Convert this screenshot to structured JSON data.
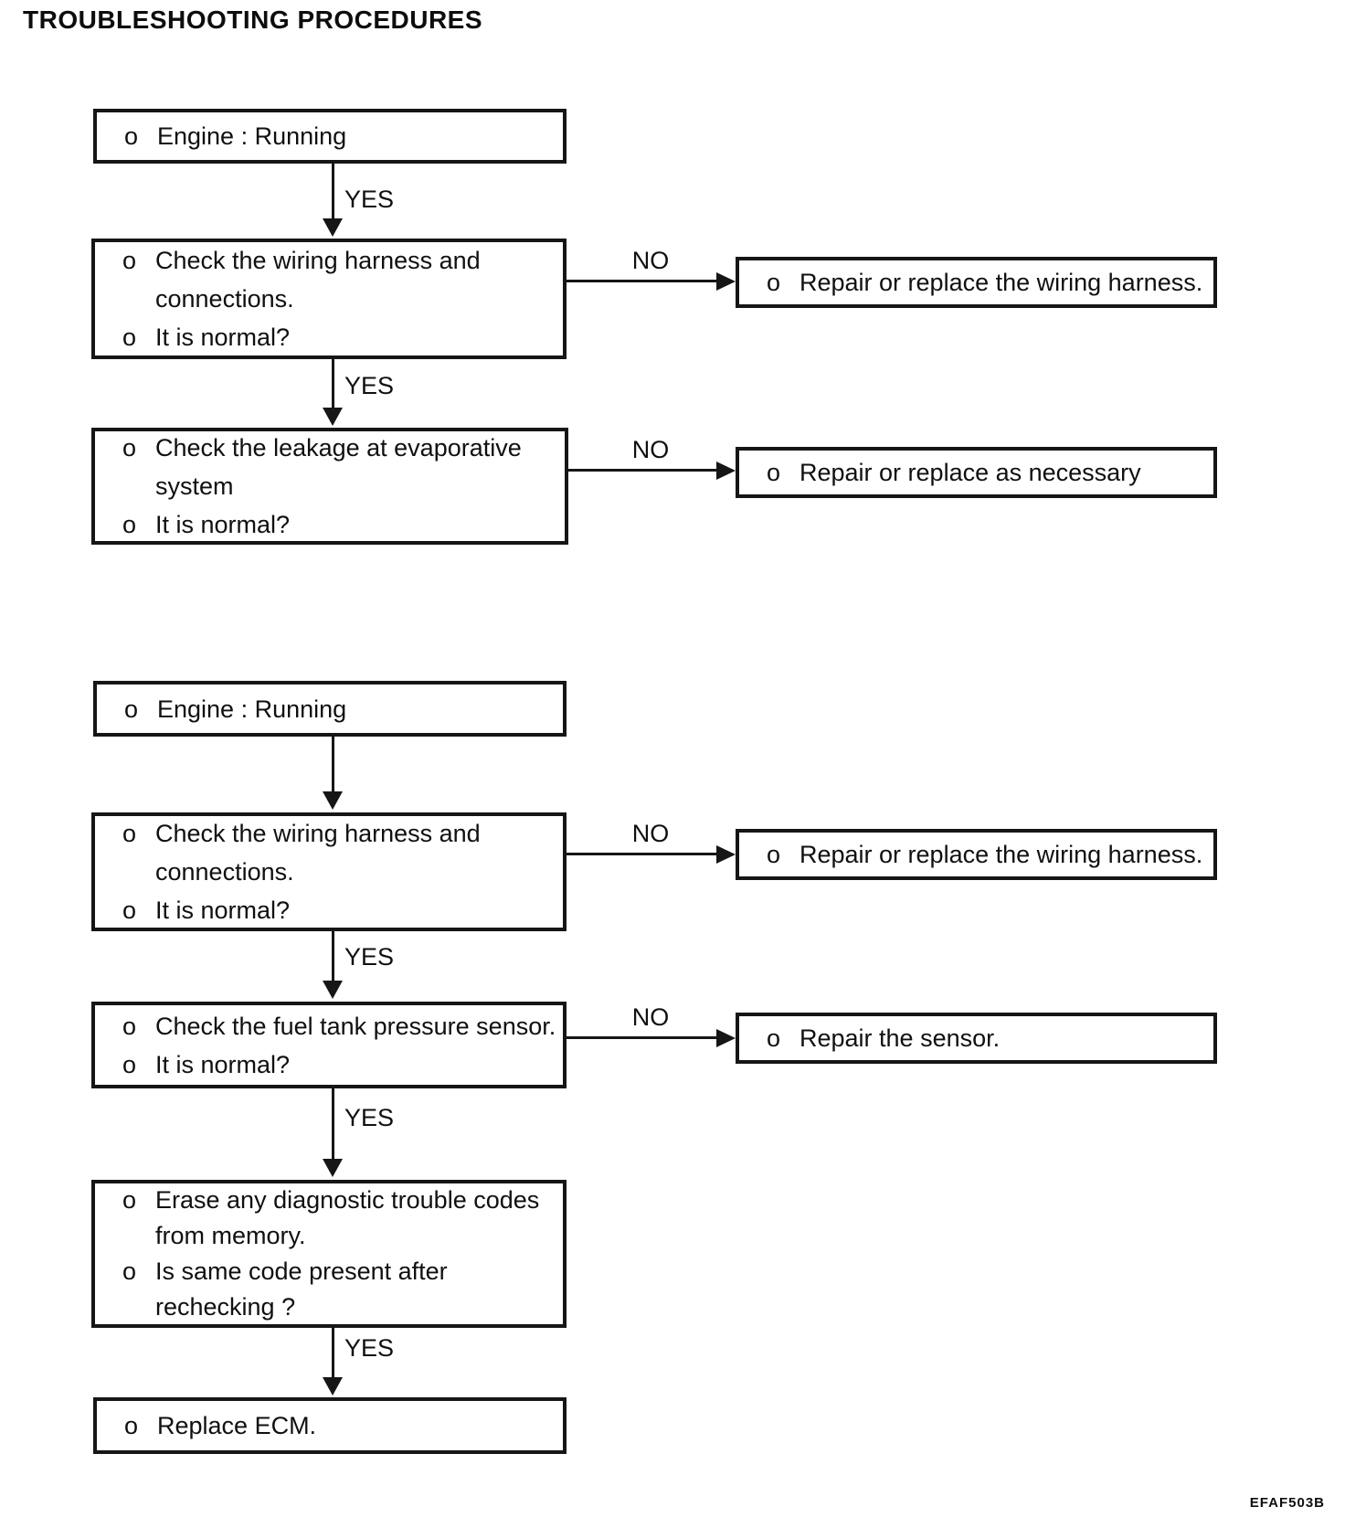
{
  "page": {
    "title": "TROUBLESHOOTING PROCEDURES",
    "figure_code": "EFAF503B"
  },
  "labels": {
    "yes": "YES",
    "no": "NO"
  },
  "flow1": {
    "step1": {
      "lines": [
        {
          "bullet": "o",
          "text": "Engine : Running"
        }
      ]
    },
    "step2": {
      "lines": [
        {
          "bullet": "o",
          "text": "Check the wiring harness and"
        },
        {
          "text": "connections."
        },
        {
          "bullet": "o",
          "text": "It is normal?"
        }
      ]
    },
    "action1": {
      "lines": [
        {
          "bullet": "o",
          "text": "Repair or replace the wiring harness."
        }
      ]
    },
    "step3": {
      "lines": [
        {
          "bullet": "o",
          "text": "Check the leakage at evaporative"
        },
        {
          "text": "system"
        },
        {
          "bullet": "o",
          "text": "It is normal?"
        }
      ]
    },
    "action2": {
      "lines": [
        {
          "bullet": "o",
          "text": "Repair or replace as necessary"
        }
      ]
    }
  },
  "flow2": {
    "step1": {
      "lines": [
        {
          "bullet": "o",
          "text": "Engine : Running"
        }
      ]
    },
    "step2": {
      "lines": [
        {
          "bullet": "o",
          "text": "Check the wiring harness and"
        },
        {
          "text": "connections."
        },
        {
          "bullet": "o",
          "text": "It is normal?"
        }
      ]
    },
    "action1": {
      "lines": [
        {
          "bullet": "o",
          "text": "Repair or replace the wiring harness."
        }
      ]
    },
    "step3": {
      "lines": [
        {
          "bullet": "o",
          "text": "Check the fuel tank pressure sensor."
        },
        {
          "bullet": "o",
          "text": "It is normal?"
        }
      ]
    },
    "action2": {
      "lines": [
        {
          "bullet": "o",
          "text": "Repair the sensor."
        }
      ]
    },
    "step4": {
      "lines": [
        {
          "bullet": "o",
          "text": "Erase any diagnostic trouble codes"
        },
        {
          "text": "from memory."
        },
        {
          "bullet": "o",
          "text": "Is same code present after"
        },
        {
          "text": "rechecking ?"
        }
      ]
    },
    "step5": {
      "lines": [
        {
          "bullet": "o",
          "text": "Replace ECM."
        }
      ]
    }
  }
}
